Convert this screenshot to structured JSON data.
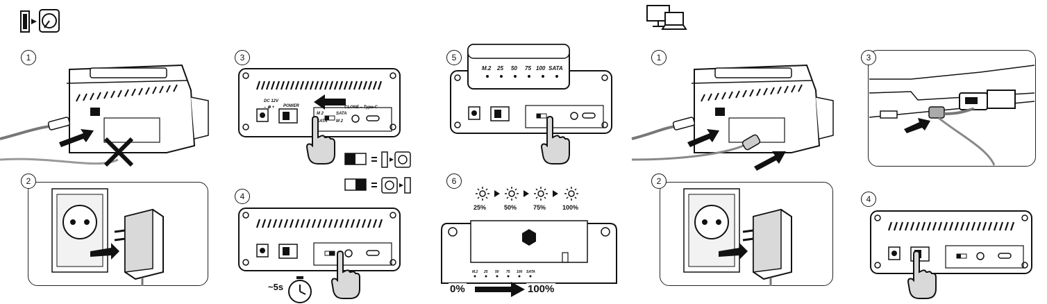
{
  "steps": [
    "1",
    "2",
    "3",
    "4",
    "5",
    "6"
  ],
  "device": {
    "dc_label": "DC 12V",
    "dc_polarity": "– ⊕ +",
    "power_label": "POWER",
    "clone_label": "CLONE – Type-C",
    "switch_top_left": "M 2",
    "switch_top_right": "SATA",
    "switch_bottom_left": "SATA",
    "switch_bottom_right": "M 2"
  },
  "leds": {
    "labels": [
      "M.2",
      "25",
      "50",
      "75",
      "100",
      "SATA"
    ],
    "percents": [
      "25%",
      "50%",
      "75%",
      "100%"
    ]
  },
  "hold_time": "~5s",
  "progress": {
    "start": "0%",
    "end": "100%"
  },
  "colors": {
    "ink": "#111111",
    "gray": "#888888",
    "light": "#d9d9d9"
  },
  "icons": [
    "clone-mode-icon",
    "computer-mode-icon",
    "arrow-icon",
    "hand-pointer-icon",
    "timer-icon",
    "sun-led-icon"
  ]
}
